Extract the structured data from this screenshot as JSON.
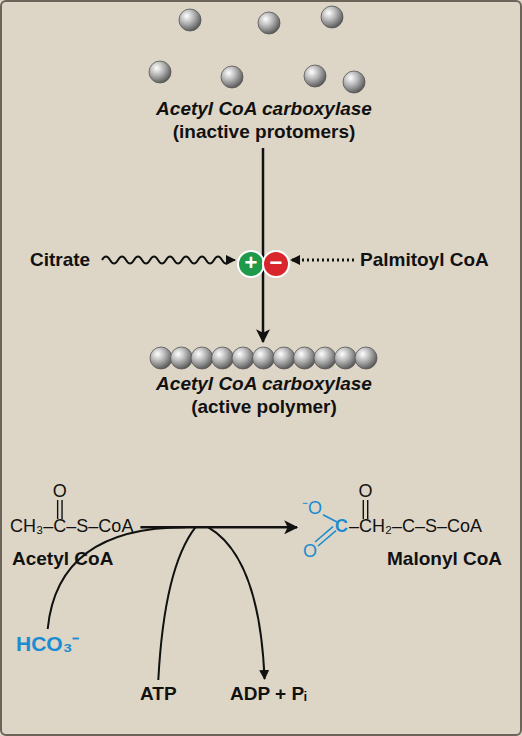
{
  "diagram": {
    "nodes": [
      {
        "text": [
          "+"
        ]
      },
      {
        "text": [
          "−"
        ]
      }
    ],
    "labels": [
      "Acetyl CoA carboxylase",
      "(inactive protomers)",
      "Citrate",
      "Palmitoyl CoA",
      "Acetyl CoA carboxylase",
      "(active polymer)",
      "O",
      "CH₃–C–S–CoA",
      "Acetyl CoA",
      "⁻O",
      "C",
      "O",
      "O",
      "–CH₂–C–S–CoA",
      "Malonyl CoA",
      "HCO₃⁻",
      "ATP",
      "ADP + Pᵢ"
    ]
  }
}
